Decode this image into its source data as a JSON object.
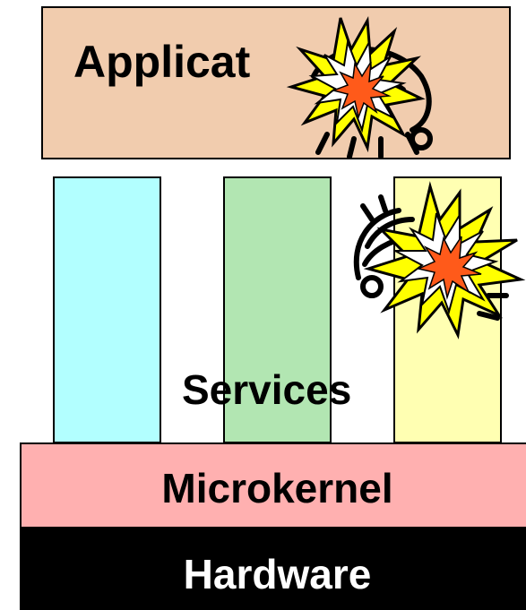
{
  "layers": {
    "application": {
      "label": "Applicat",
      "color": "#f1ccae"
    },
    "services": {
      "label": "Services",
      "columns": [
        {
          "color": "#b2ffff"
        },
        {
          "color": "#b2e6b2"
        },
        {
          "color": "#ffffb2"
        }
      ]
    },
    "microkernel": {
      "label": "Microkernel",
      "color": "#ffb0b0"
    },
    "hardware": {
      "label": "Hardware",
      "color": "#000000"
    }
  },
  "icons": [
    "bug-icon",
    "explosion-icon"
  ]
}
